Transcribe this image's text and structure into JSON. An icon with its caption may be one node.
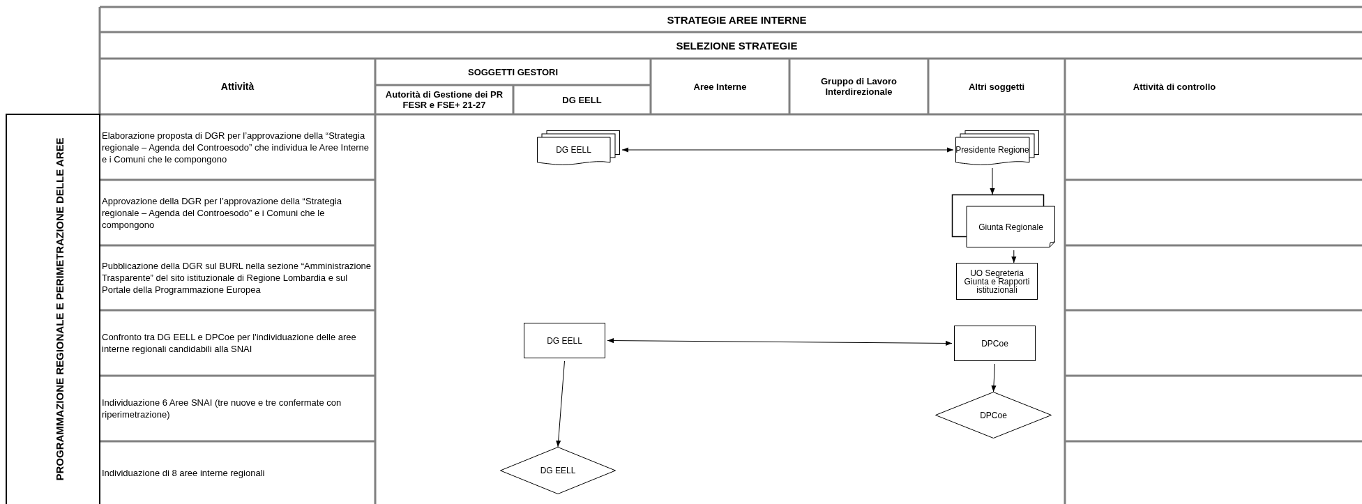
{
  "diagram": {
    "title": "STRATEGIE AREE INTERNE",
    "nodes": [
      {
        "text": [
          "DG EELL"
        ]
      },
      {
        "text": [
          "Presidente Regione"
        ]
      },
      {
        "text": [
          "Giunta Regionale"
        ]
      },
      {
        "text": [
          "UO Segreteria Giunta e Rapporti istituzionali"
        ]
      },
      {
        "text": [
          "DG EELL"
        ]
      },
      {
        "text": [
          "DPCoe"
        ]
      },
      {
        "text": [
          "DPCoe"
        ]
      },
      {
        "text": [
          "DG EELL"
        ]
      }
    ],
    "edges": [
      {
        "from": 0,
        "to": 1,
        "arrow": "both"
      },
      {
        "from": 1,
        "to": 2,
        "arrow": "to"
      },
      {
        "from": 2,
        "to": 3,
        "arrow": "to"
      },
      {
        "from": 4,
        "to": 5,
        "arrow": "both"
      },
      {
        "from": 5,
        "to": 6,
        "arrow": "to"
      },
      {
        "from": 4,
        "to": 7,
        "arrow": "to"
      }
    ],
    "labels": [
      "SELEZIONE STRATEGIE",
      "Attività",
      "SOGGETTI GESTORI",
      "Autorità di Gestione dei PR FESR e FSE+ 21-27",
      "DG EELL",
      "Aree Interne",
      "Gruppo di Lavoro Interdirezionale",
      "Altri soggetti",
      "Attività di controllo",
      "PROGRAMMAZIONE REGIONALE E PERIMETRAZIONE DELLE AREE",
      "Elaborazione proposta di DGR per l’approvazione della “Strategia regionale – Agenda del Controesodo” che individua le Aree Interne e i Comuni che le compongono",
      "Approvazione della DGR per l’approvazione della “Strategia regionale – Agenda del Controesodo” e i Comuni che le compongono",
      "Pubblicazione della DGR sul BURL nella sezione “Amministrazione Trasparente” del sito istituzionale di Regione Lombardia e sul Portale della Programmazione Europea",
      "Confronto tra DG EELL e DPCoe per l'individuazione delle aree interne regionali candidabili alla SNAI",
      "Individuazione 6 Aree SNAI (tre nuove e tre confermate con riperimetrazione)",
      "Individuazione di 8 aree interne regionali"
    ]
  }
}
